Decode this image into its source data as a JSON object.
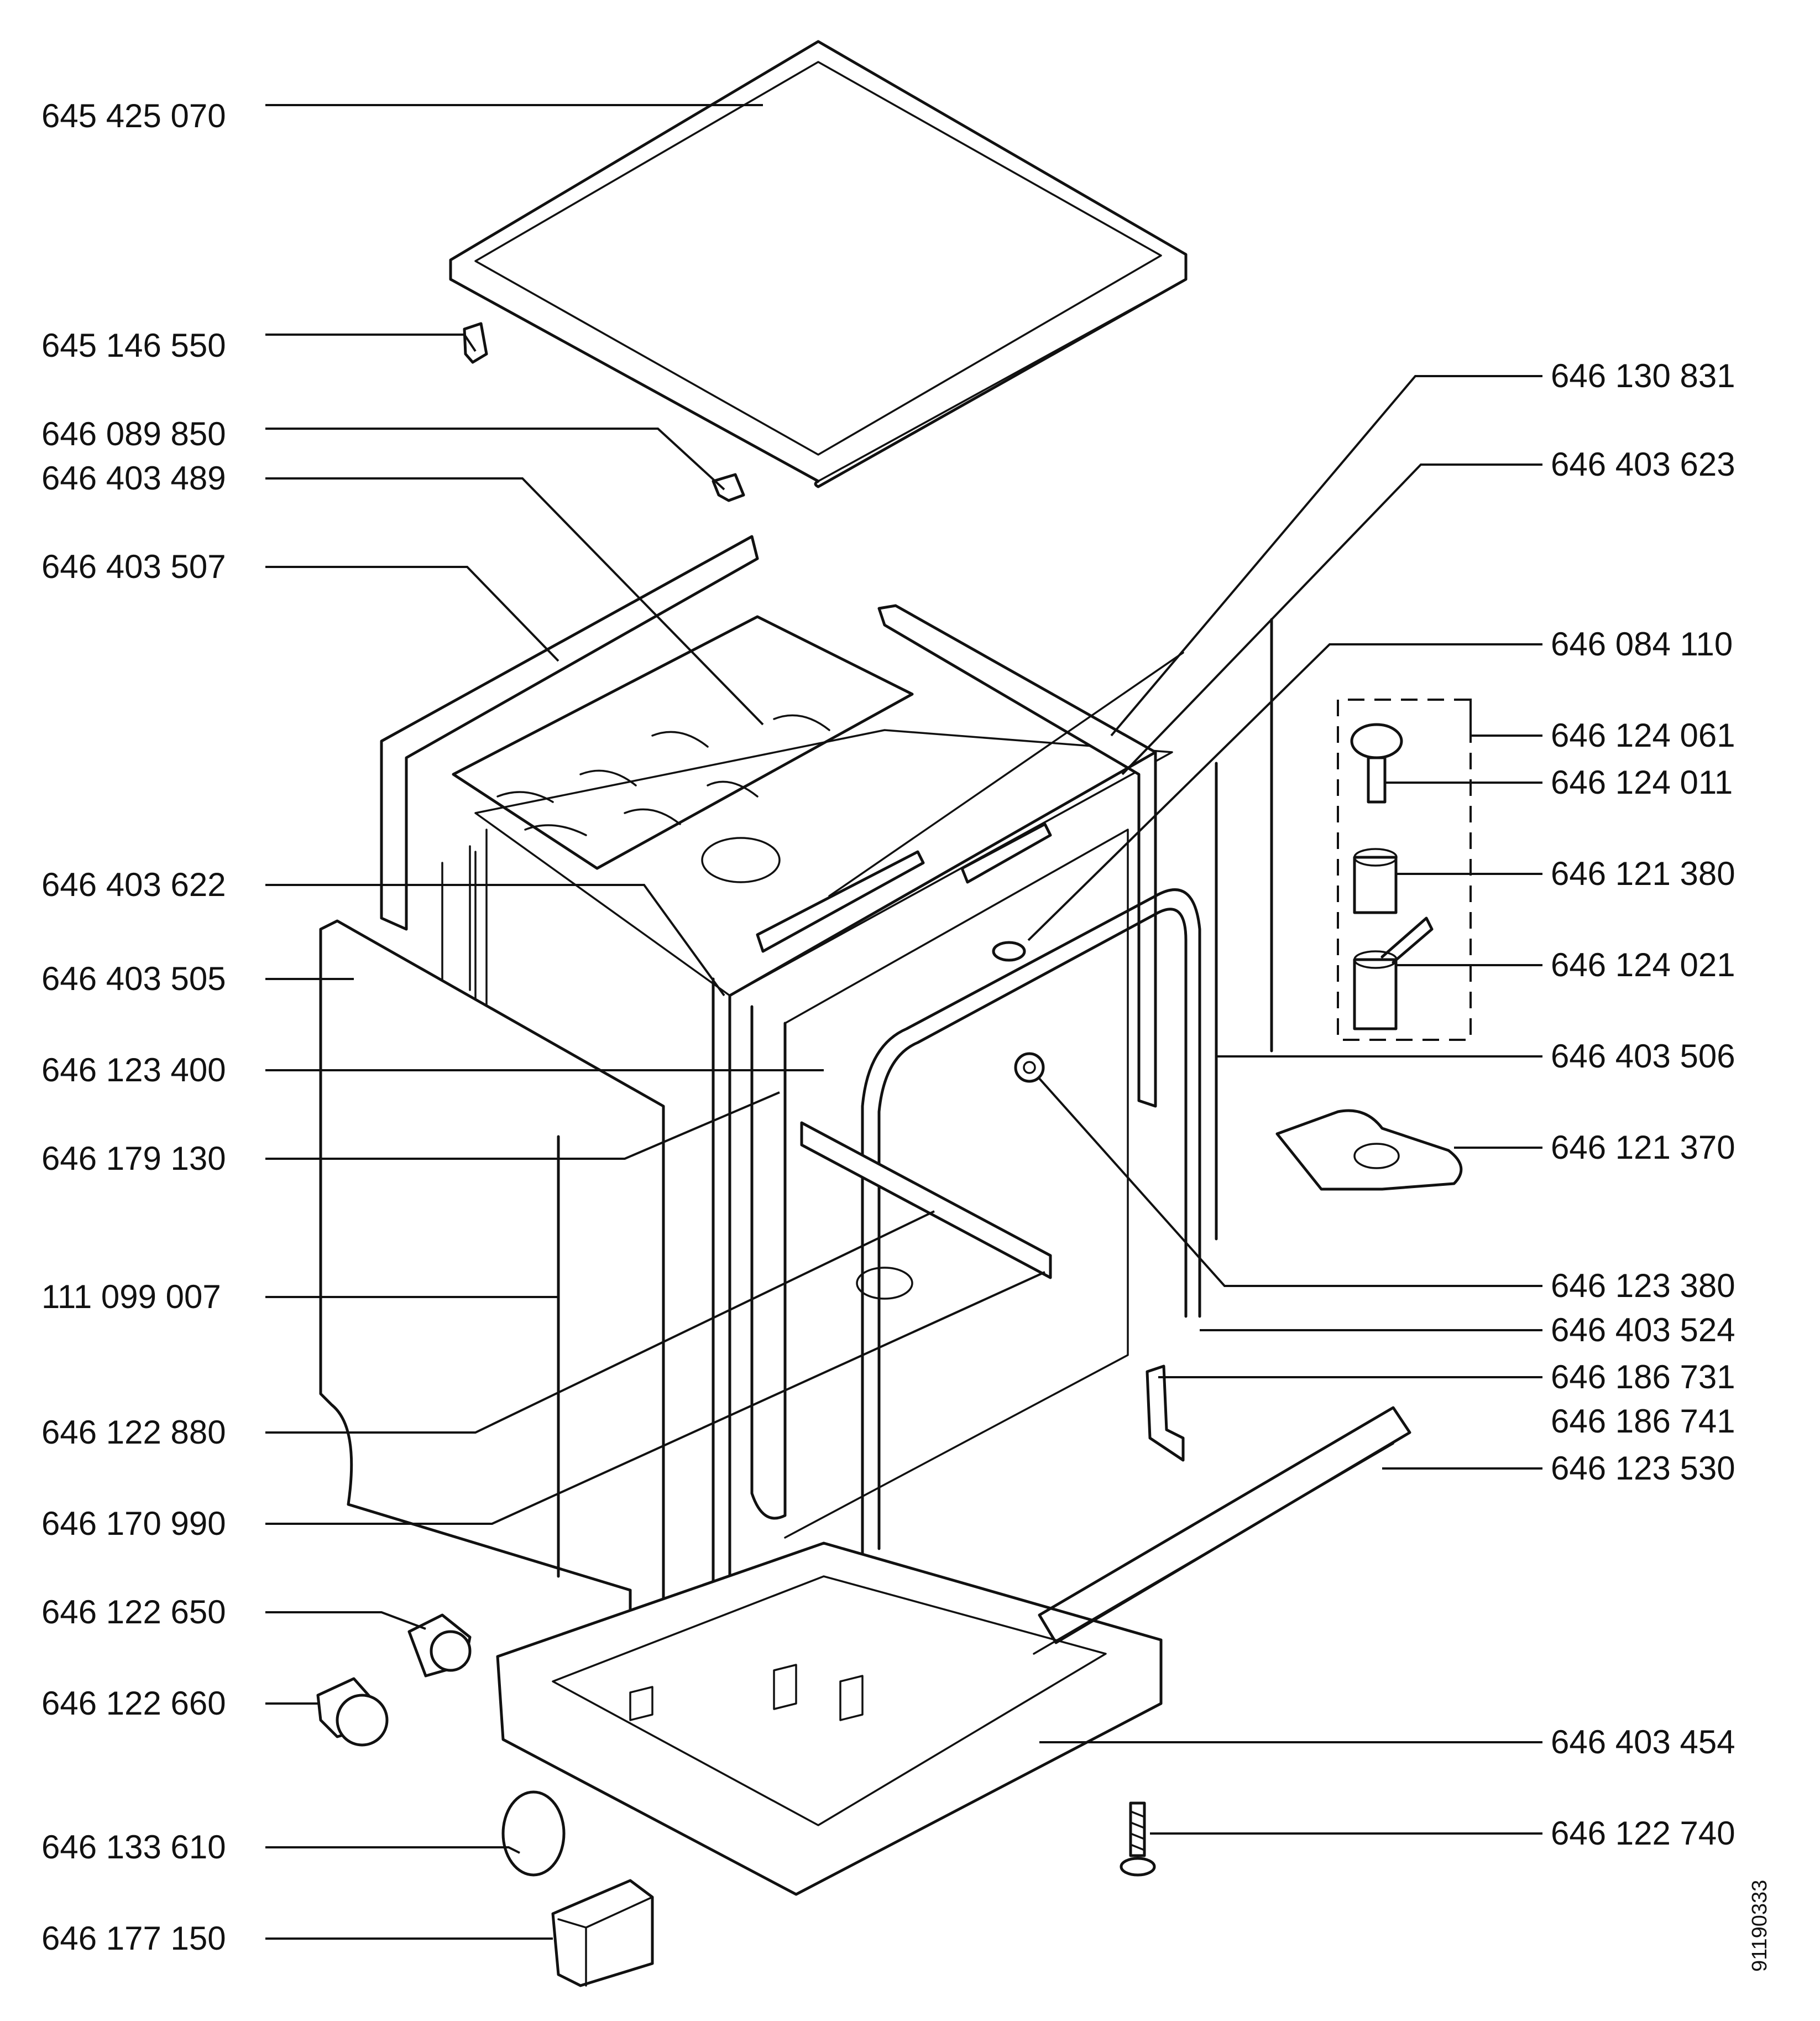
{
  "labels_left": [
    "645 425 070",
    "645 146 550",
    "646 089 850",
    "646 403 489",
    "646 403 507",
    "646 403 622",
    "646 403 505",
    "646 123 400",
    "646 179 130",
    "111 099 007",
    "646 122 880",
    "646 170 990",
    "646 122 650",
    "646 122 660",
    "646 133 610",
    "646 177 150"
  ],
  "labels_right": [
    "646 130 831",
    "646 403 623",
    "646 084 110",
    "646 124 061",
    "646 124 011",
    "646 121 380",
    "646 124 021",
    "646 403 506",
    "646 121 370",
    "646 123 380",
    "646 403 524",
    "646 186 731",
    "646 186 741",
    "646 123 530",
    "646 403 454",
    "646 122 740"
  ],
  "sheet_id": "91190333"
}
